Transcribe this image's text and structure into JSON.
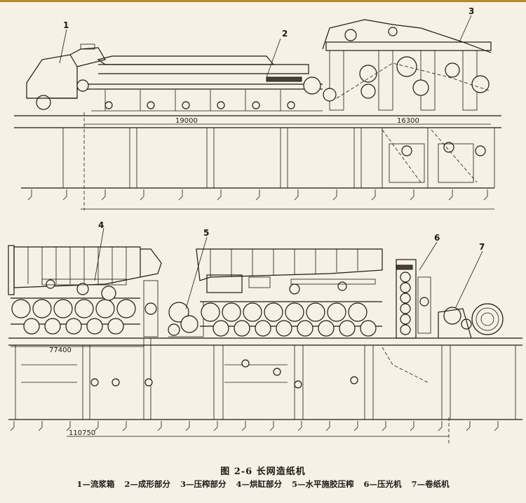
{
  "figure": {
    "caption": "图 2-6   长网造纸机",
    "legend_items": [
      "1—流浆箱",
      "2—成形部分",
      "3—压榨部分",
      "4—烘缸部分",
      "5—水平施胶压榨",
      "6—压光机",
      "7—卷纸机"
    ]
  },
  "callouts": [
    "1",
    "2",
    "3",
    "4",
    "5",
    "6",
    "7"
  ],
  "dimensions": {
    "forming_length": "19000",
    "press_length": "16300",
    "dryer_length": "77400",
    "total_length": "110750"
  }
}
